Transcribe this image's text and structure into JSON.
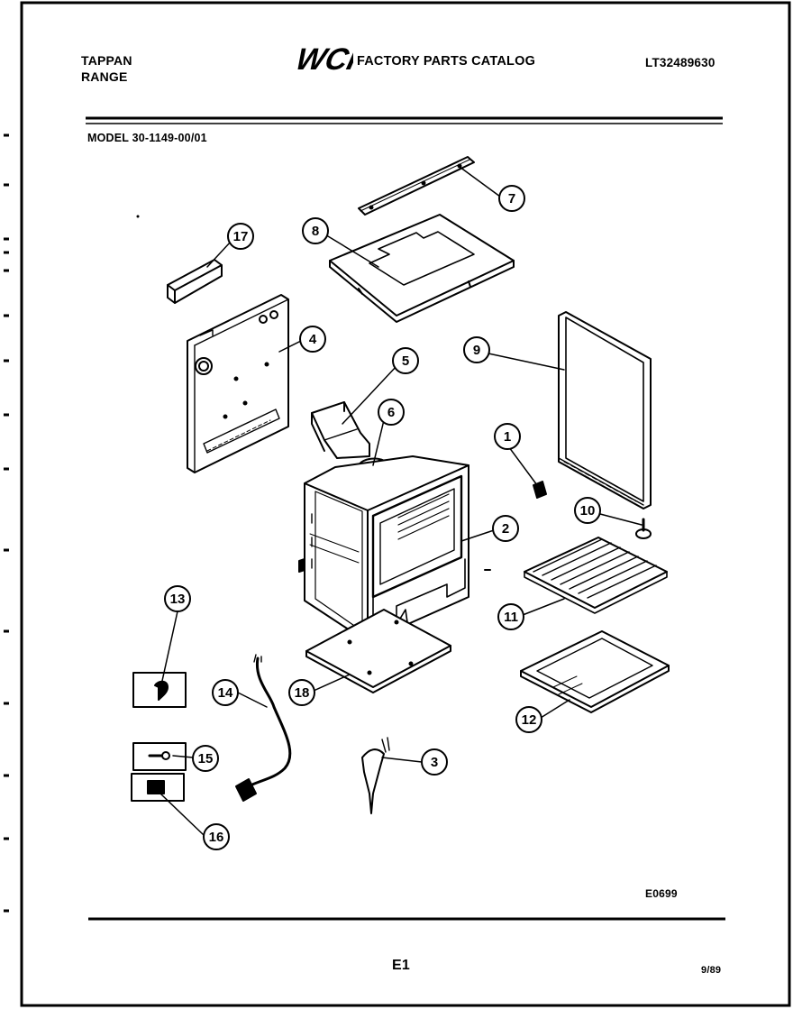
{
  "header": {
    "brand_line1": "TAPPAN",
    "brand_line2": "RANGE",
    "logo_text": "WCI",
    "catalog_title": "FACTORY PARTS CATALOG",
    "catalog_code": "LT32489630"
  },
  "model": "MODEL 30-1149-00/01",
  "footer": {
    "drawing_code": "E0699",
    "page": "E1",
    "date": "9/89"
  },
  "callouts": [
    "1",
    "2",
    "3",
    "4",
    "5",
    "6",
    "7",
    "8",
    "9",
    "10",
    "11",
    "12",
    "13",
    "14",
    "15",
    "16",
    "17",
    "18"
  ]
}
